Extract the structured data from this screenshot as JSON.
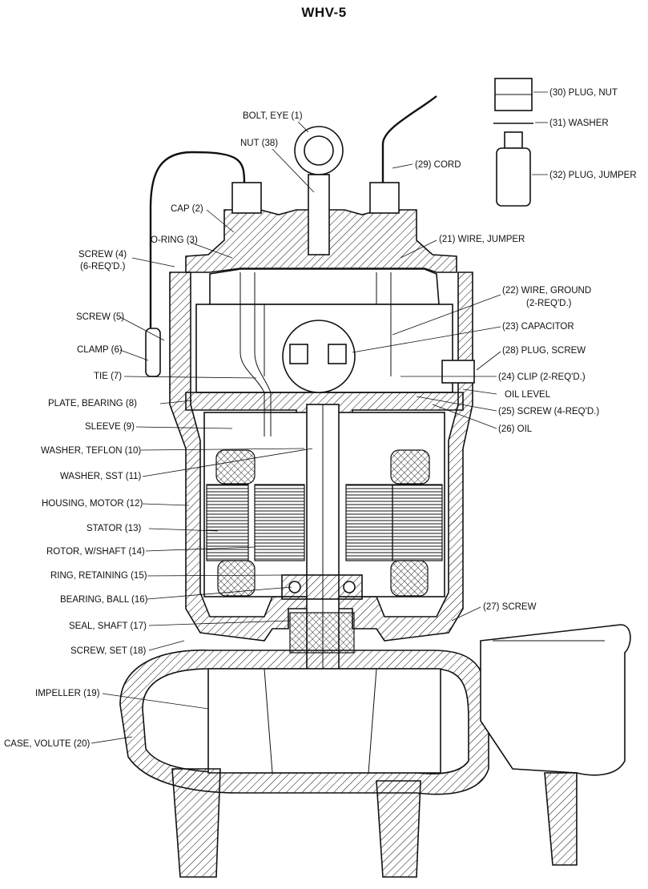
{
  "title": "WHV-5",
  "labels": {
    "bolt_eye": "BOLT, EYE (1)",
    "nut": "NUT (38)",
    "cord": "(29) CORD",
    "plug_nut": "(30) PLUG, NUT",
    "washer31": "(31) WASHER",
    "plug_jumper": "(32) PLUG, JUMPER",
    "cap": "CAP (2)",
    "oring": "O-RING (3)",
    "wire_jumper": "(21) WIRE, JUMPER",
    "screw4a": "SCREW (4)",
    "screw4b": "(6-REQ'D.)",
    "wire_ground_a": "(22) WIRE, GROUND",
    "wire_ground_b": "(2-REQ'D.)",
    "screw5": "SCREW (5)",
    "capacitor": "(23) CAPACITOR",
    "clamp": "CLAMP (6)",
    "plug_screw": "(28) PLUG, SCREW",
    "tie": "TIE (7)",
    "clip": "(24) CLIP (2-REQ'D.)",
    "oil_level": "OIL LEVEL",
    "plate_bearing": "PLATE, BEARING (8)",
    "screw25": "(25) SCREW  (4-REQ'D.)",
    "sleeve": "SLEEVE (9)",
    "oil": "(26) OIL",
    "washer_teflon": "WASHER, TEFLON (10)",
    "washer_sst": "WASHER, SST (11)",
    "housing_motor": "HOUSING, MOTOR (12)",
    "stator": "STATOR (13)",
    "rotor": "ROTOR, W/SHAFT (14)",
    "ring_retaining": "RING, RETAINING (15)",
    "bearing_ball": "BEARING, BALL (16)",
    "screw27": "(27) SCREW",
    "seal_shaft": "SEAL, SHAFT (17)",
    "screw_set": "SCREW, SET (18)",
    "impeller": "IMPELLER (19)",
    "case_volute": "CASE, VOLUTE (20)"
  }
}
